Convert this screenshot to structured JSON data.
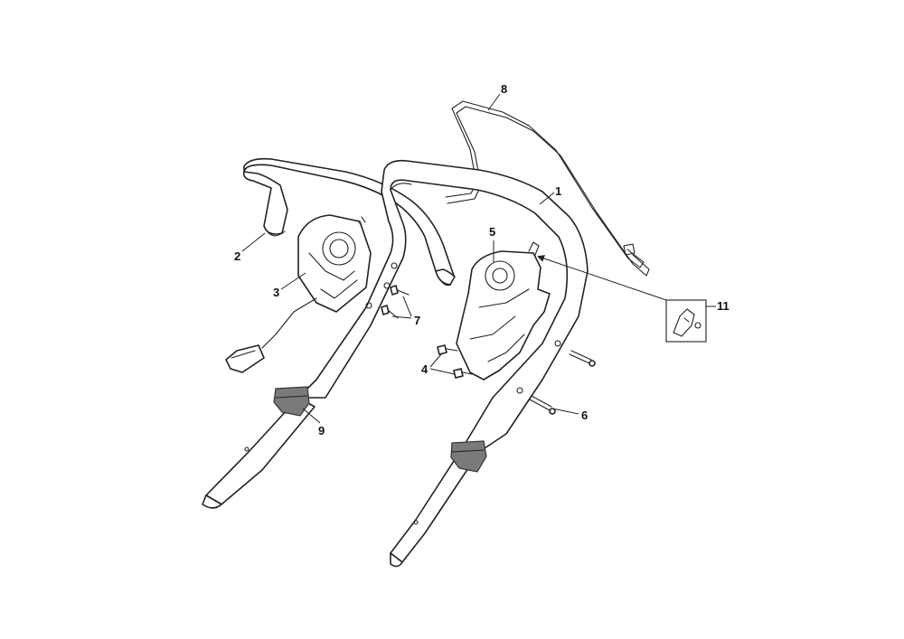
{
  "callouts": {
    "c1": "1",
    "c2": "2",
    "c3": "3",
    "c4": "4",
    "c5": "5",
    "c6": "6",
    "c7": "7",
    "c8": "8",
    "c9": "9",
    "c11": "11"
  },
  "colors": {
    "line": "#222222",
    "grip": "#7a7a7a",
    "background": "#ffffff"
  }
}
